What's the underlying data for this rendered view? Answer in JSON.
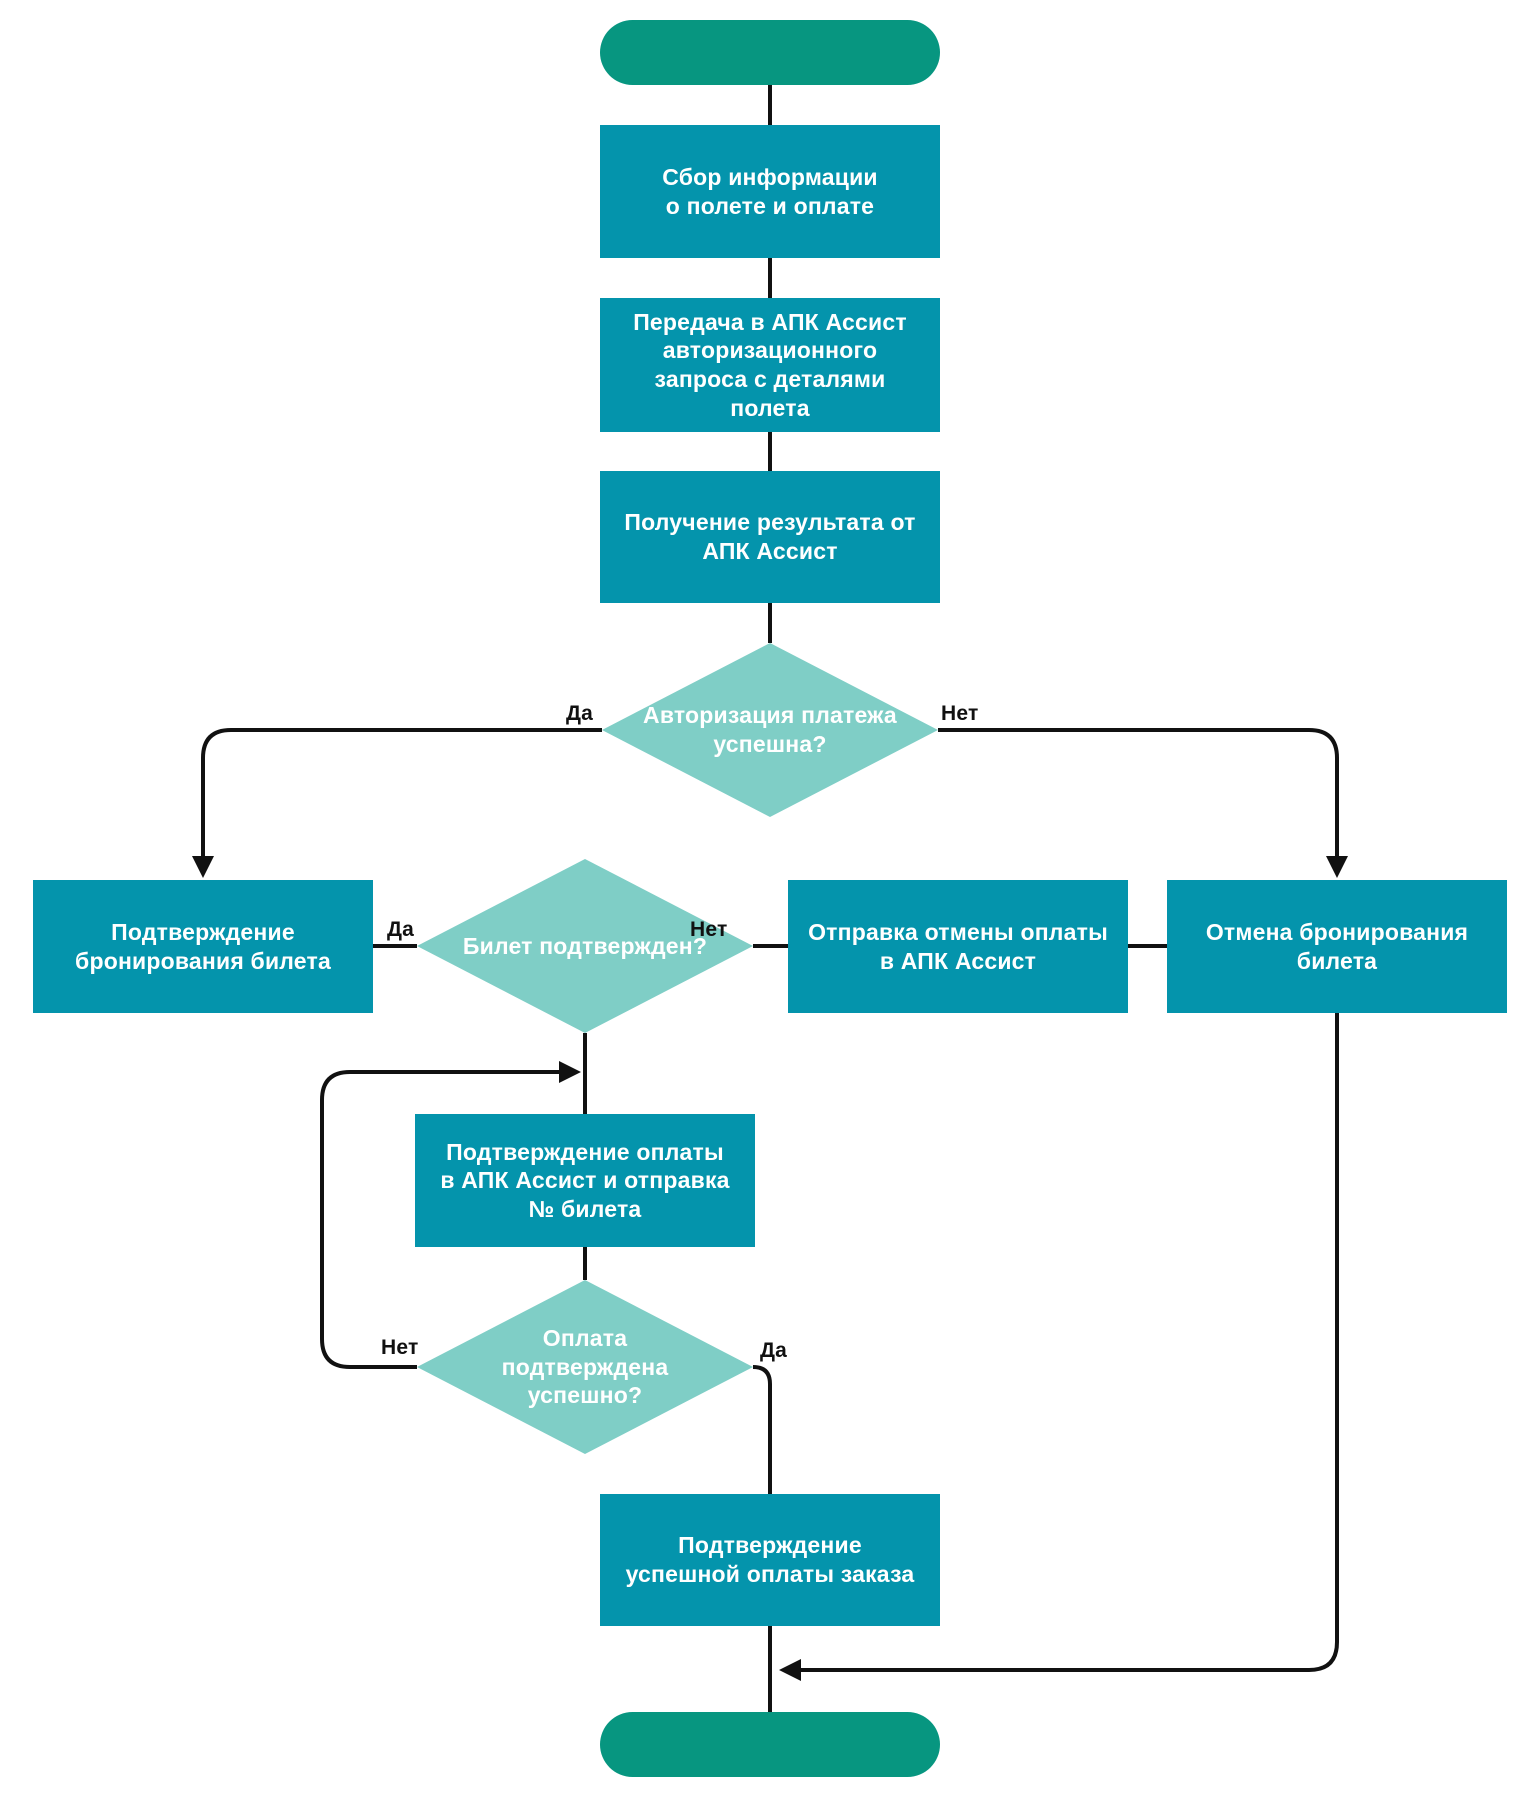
{
  "colors": {
    "process": "#0494AC",
    "terminal": "#079680",
    "decision": "#7FCEC6",
    "line": "#111111",
    "text": "#FFFFFF"
  },
  "nodes": [
    {
      "id": "start",
      "type": "terminal",
      "text": ""
    },
    {
      "id": "collect-info",
      "type": "process",
      "text": "Сбор информации\nо полете и оплате"
    },
    {
      "id": "send-auth-request",
      "type": "process",
      "text": "Передача в АПК Ассист\nавторизационного\nзапроса с деталями\nполета"
    },
    {
      "id": "receive-result",
      "type": "process",
      "text": "Получение результата от\nАПК Ассист"
    },
    {
      "id": "auth-success",
      "type": "decision",
      "text": "Авторизация платежа\nуспешна?"
    },
    {
      "id": "confirm-booking",
      "type": "process",
      "text": "Подтверждение\nбронирования билета"
    },
    {
      "id": "ticket-confirmed",
      "type": "decision",
      "text": "Билет подтвержден?"
    },
    {
      "id": "send-cancel-payment",
      "type": "process",
      "text": "Отправка отмены оплаты\nв АПК Ассист"
    },
    {
      "id": "cancel-booking",
      "type": "process",
      "text": "Отмена бронирования\nбилета"
    },
    {
      "id": "confirm-payment-send-ticket",
      "type": "process",
      "text": "Подтверждение оплаты\nв АПК Ассист и отправка\n№ билета"
    },
    {
      "id": "payment-confirmed",
      "type": "decision",
      "text": "Оплата\nподтверждена\nуспешно?"
    },
    {
      "id": "confirm-order-paid",
      "type": "process",
      "text": "Подтверждение\nуспешной оплаты заказа"
    },
    {
      "id": "end",
      "type": "terminal",
      "text": ""
    }
  ],
  "edge_labels": {
    "auth_yes": "Да",
    "auth_no": "Нет",
    "ticket_yes": "Да",
    "ticket_no": "Нет",
    "payment_no": "Нет",
    "payment_yes": "Да"
  }
}
